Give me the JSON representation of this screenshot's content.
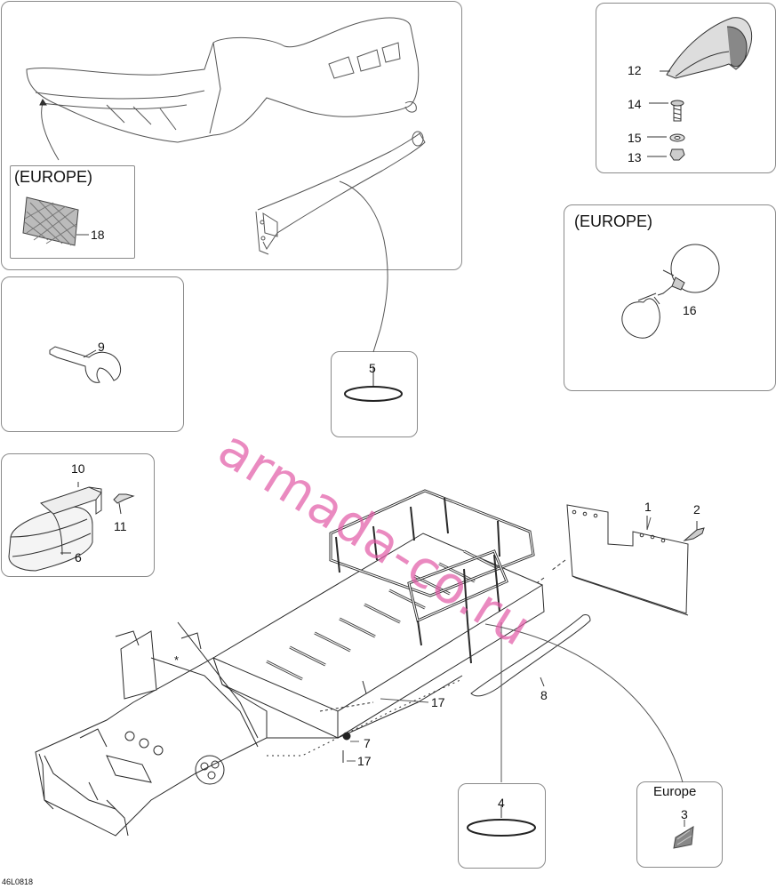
{
  "watermark": "armada-co.ru",
  "code": "46L0818",
  "asterisk": "*",
  "callouts": {
    "c1": "1",
    "c2": "2",
    "c3": "3",
    "c4": "4",
    "c5": "5",
    "c6": "6",
    "c7": "7",
    "c8": "8",
    "c9": "9",
    "c10": "10",
    "c11": "11",
    "c12": "12",
    "c13": "13",
    "c14": "14",
    "c15": "15",
    "c16": "16",
    "c17a": "17",
    "c17b": "17",
    "c18": "18"
  },
  "region_labels": {
    "europe_top": "(EUROPE)",
    "europe_horn": "(EUROPE)",
    "europe_reflector": "Europe"
  }
}
